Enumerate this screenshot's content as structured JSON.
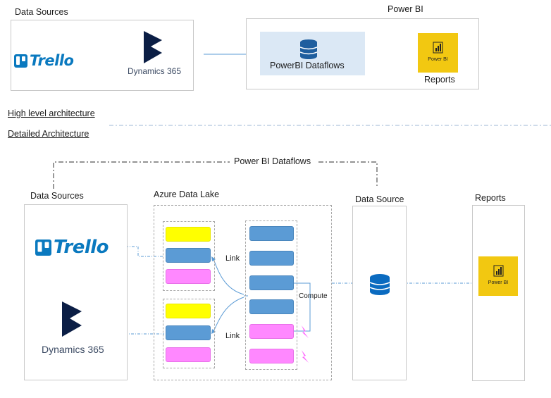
{
  "top": {
    "data_sources_title": "Data Sources",
    "power_bi_title": "Power BI",
    "trello_logo_text": "Trello",
    "dynamics_logo_text": "Dynamics 365",
    "dataflows_label": "PowerBI Dataflows",
    "reports_label": "Reports",
    "pbi_tile_text": "Power BI"
  },
  "sections": {
    "high_level": "High level architecture",
    "detailed": "Detailed Architecture"
  },
  "detail": {
    "dataflows_group_label": "Power BI Dataflows",
    "data_sources_title": "Data Sources",
    "lake_title": "Azure Data Lake",
    "data_source_title": "Data Source",
    "reports_title": "Reports",
    "trello_logo_text": "Trello",
    "dynamics_logo_text": "Dynamics 365",
    "link_label_1": "Link",
    "link_label_2": "Link",
    "compute_label": "Compute",
    "pbi_tile_text": "Power BI"
  },
  "colors": {
    "azure_blue": "#5b9bd5",
    "yellow": "#ffff00",
    "pink": "#ff88ff",
    "power_bi_yellow": "#f2c811",
    "trello_blue": "#0a79bf",
    "dynamics_navy": "#0b1e45",
    "dataflows_fill": "#dbe8f5"
  }
}
